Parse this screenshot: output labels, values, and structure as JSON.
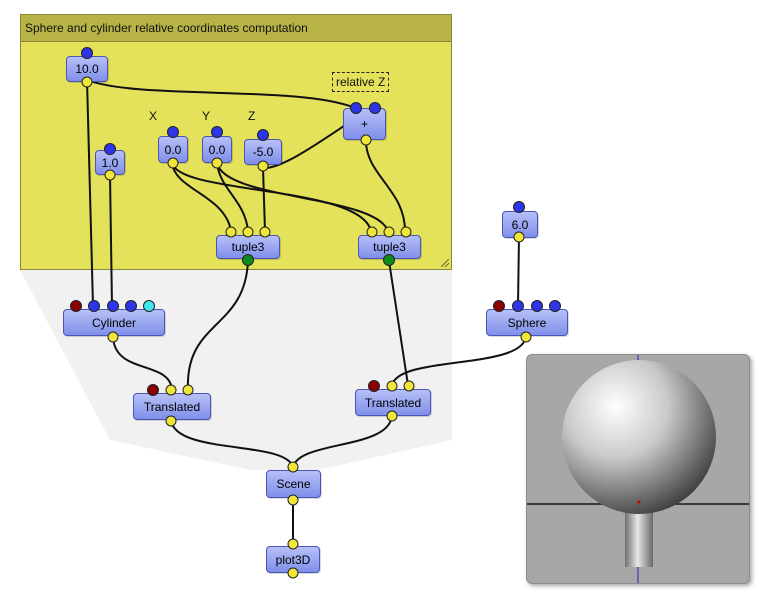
{
  "group": {
    "title": "Sphere and cylinder relative coordinates computation"
  },
  "annotations": {
    "x": "X",
    "y": "Y",
    "z": "Z",
    "relative_z": "relative Z"
  },
  "nodes": {
    "value_10": "10.0",
    "value_1": "1.0",
    "value_x": "0.0",
    "value_y": "0.0",
    "value_z": "-5.0",
    "plus": "+",
    "tuple3_a": "tuple3",
    "tuple3_b": "tuple3",
    "value_6": "6.0",
    "cylinder": "Cylinder",
    "sphere": "Sphere",
    "translated_a": "Translated",
    "translated_b": "Translated",
    "scene": "Scene",
    "plot3d": "plot3D"
  },
  "colors": {
    "group_bg": "#e4e15a",
    "group_title_bg": "#b7b346",
    "node_top": "#b6c0f7",
    "node_bottom": "#7f8fe9",
    "port_input": "#2d35e8",
    "port_output": "#f0e63a",
    "port_red": "#8b0000",
    "port_cyan": "#3fe6f2",
    "port_green": "#0d8c1e",
    "viewport_bg": "#a7a7a7"
  }
}
